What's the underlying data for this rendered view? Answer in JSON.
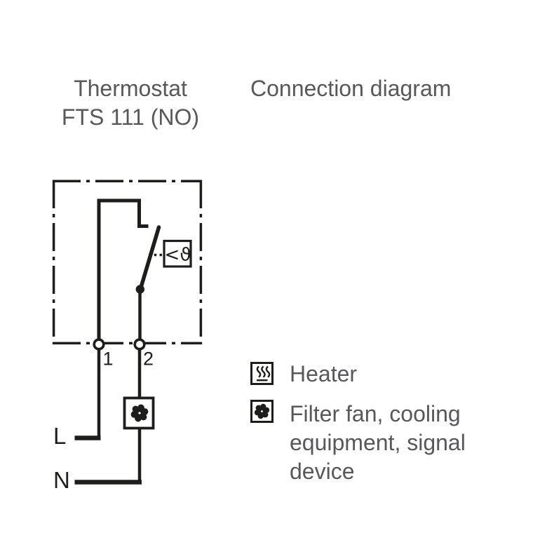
{
  "header": {
    "product_title_line1": "Thermostat",
    "product_title_line2": "FTS 111 (NO)",
    "section_title": "Connection diagram"
  },
  "diagram": {
    "terminal_1_label": "1",
    "terminal_2_label": "2",
    "line_label": "L",
    "neutral_label": "N",
    "thermostat_symbol": "<ϑ"
  },
  "legend": {
    "heater_label": "Heater",
    "fan_label": "Filter fan, cooling equipment, signal device"
  },
  "colors": {
    "line": "#1d1d1b",
    "text": "#58585a"
  }
}
